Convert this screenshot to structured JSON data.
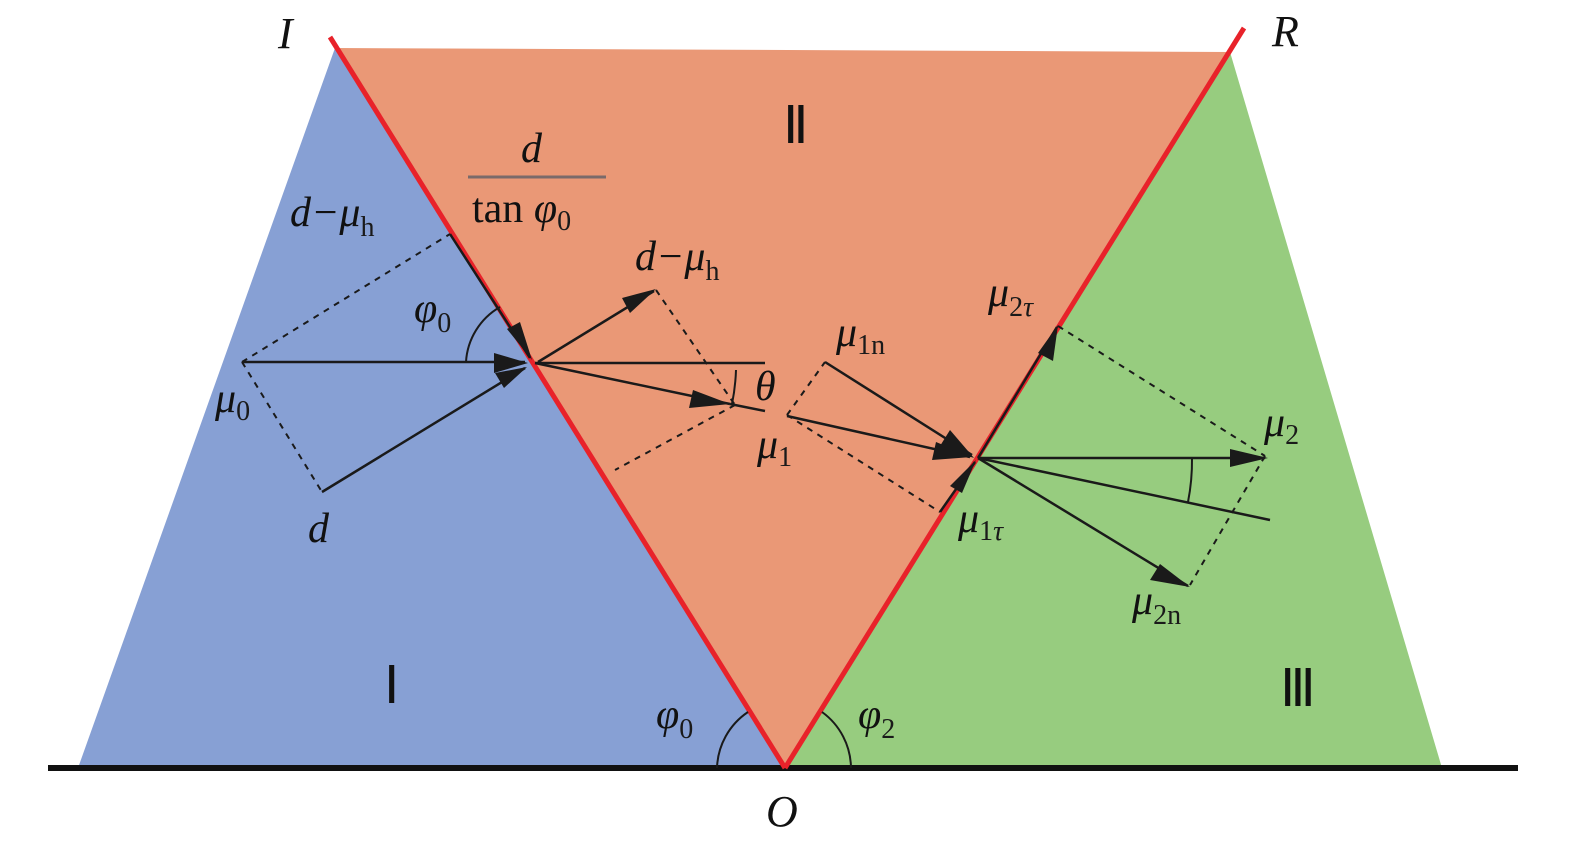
{
  "diagram": {
    "colors": {
      "region_I": "#87a0d4",
      "region_II": "#ea9876",
      "region_III": "#97cc7f",
      "interface": "#e8222a",
      "ground": "#111111",
      "vectors": "#1a1a1a",
      "fraction_bar": "#7a6a6a"
    },
    "labels": {
      "line_I": "I",
      "line_R": "R",
      "origin": "O",
      "region_I": "Ⅰ",
      "region_II": "Ⅱ",
      "region_III": "Ⅲ",
      "frac_num": "d",
      "frac_den": "tan ",
      "frac_den_phi": "φ",
      "frac_den_sub": "0",
      "d_minus": "d−",
      "mu": "μ",
      "h": "h",
      "d": "d",
      "phi": "φ",
      "sub_0": "0",
      "sub_2": "2",
      "sub_1": "1",
      "theta": "θ",
      "sub_1n": "1n",
      "sub_1t": "1",
      "sub_t": "τ",
      "sub_2t": "2",
      "sub_2n": "2n"
    }
  }
}
